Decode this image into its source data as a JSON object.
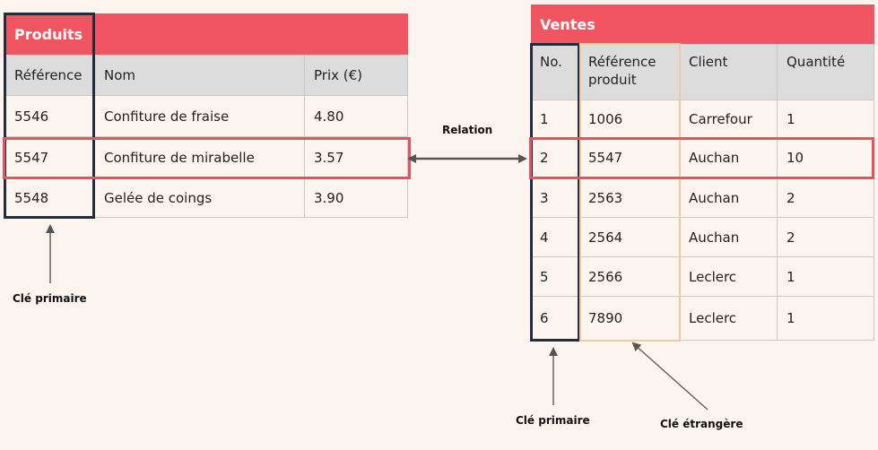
{
  "produits": {
    "title": "Produits",
    "columns": [
      "Référence",
      "Nom",
      "Prix (€)"
    ],
    "rows": [
      [
        "5546",
        "Confiture de fraise",
        "4.80"
      ],
      [
        "5547",
        "Confiture de mirabelle",
        "3.57"
      ],
      [
        "5548",
        "Gelée de coings",
        "3.90"
      ]
    ]
  },
  "ventes": {
    "title": "Ventes",
    "columns": [
      "No.",
      "Référence produit",
      "Client",
      "Quantité"
    ],
    "rows": [
      [
        "1",
        "1006",
        "Carrefour",
        "1"
      ],
      [
        "2",
        "5547",
        "Auchan",
        "10"
      ],
      [
        "3",
        "2563",
        "Auchan",
        "2"
      ],
      [
        "4",
        "2564",
        "Auchan",
        "2"
      ],
      [
        "5",
        "2566",
        "Leclerc",
        "1"
      ],
      [
        "6",
        "7890",
        "Leclerc",
        "1"
      ]
    ]
  },
  "annotations": {
    "relation": "Relation",
    "primary_key_left": "Clé primaire",
    "primary_key_right": "Clé primaire",
    "foreign_key": "Clé étrangère"
  },
  "colors": {
    "header_red": "#f25562",
    "highlight_red": "#e8525e",
    "key_box": "#1f2d3d",
    "foreign_key_box": "#f5c9a0",
    "background": "#fcf4ef"
  }
}
